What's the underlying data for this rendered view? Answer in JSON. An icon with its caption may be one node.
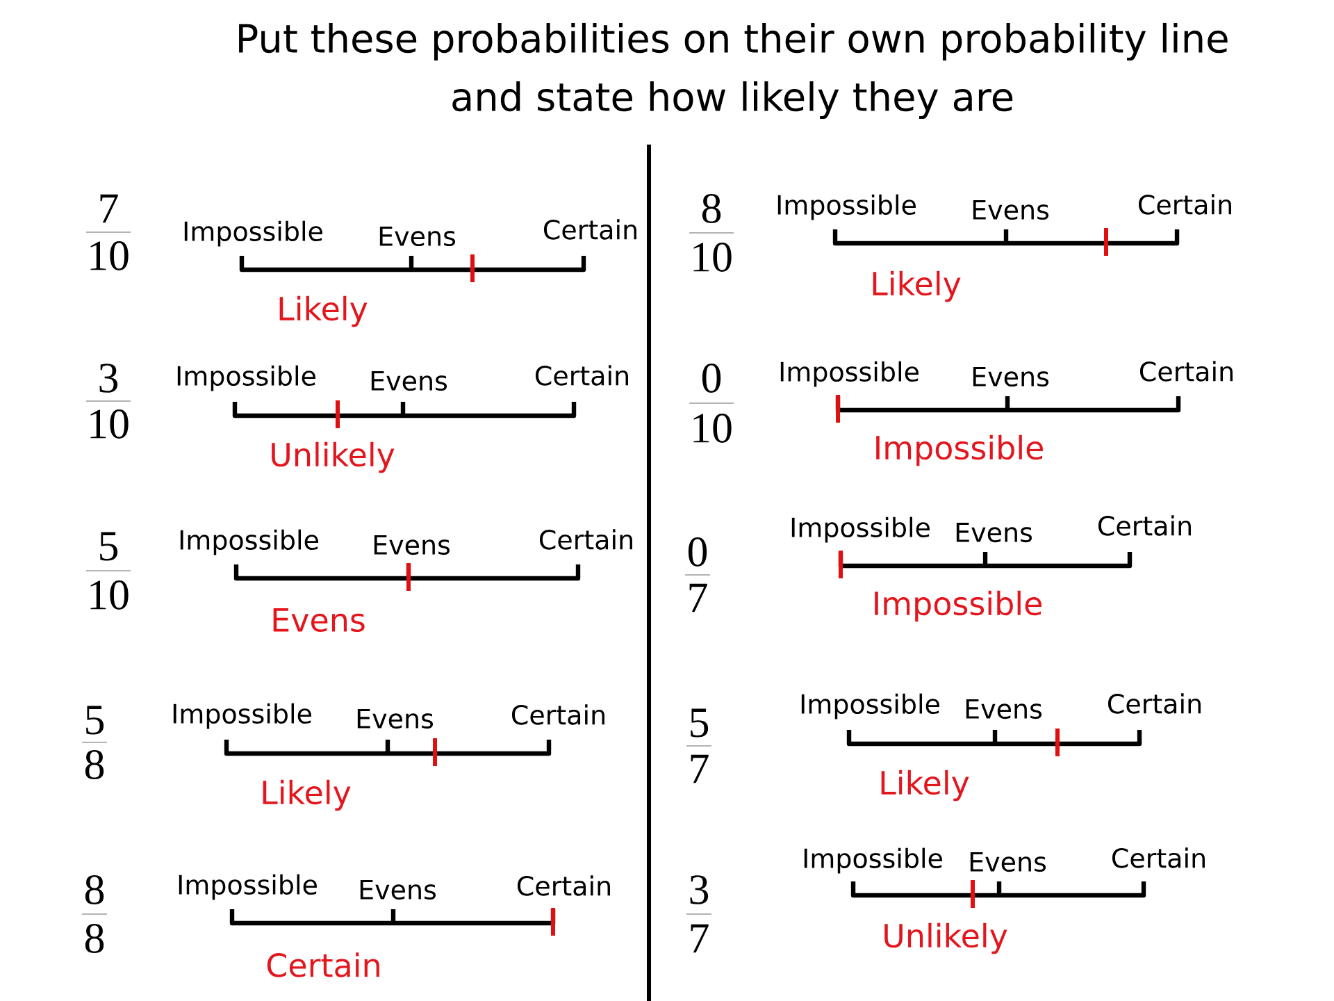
{
  "diagram": {
    "title": "Put these probabilities on their own probability line and state how likely they are",
    "labels": [
      "7",
      "10",
      "Impossible",
      "Evens",
      "Certain",
      "Likely",
      "3",
      "10",
      "Impossible",
      "Evens",
      "Certain",
      "Unlikely",
      "5",
      "10",
      "Impossible",
      "Evens",
      "Certain",
      "Evens",
      "5",
      "8",
      "Impossible",
      "Evens",
      "Certain",
      "Likely",
      "8",
      "8",
      "Impossible",
      "Evens",
      "Certain",
      "Certain",
      "8",
      "10",
      "Impossible",
      "Evens",
      "Certain",
      "Likely",
      "0",
      "10",
      "Impossible",
      "Evens",
      "Certain",
      "Impossible",
      "0",
      "7",
      "Impossible",
      "Evens",
      "Certain",
      "Impossible",
      "5",
      "7",
      "Impossible",
      "Evens",
      "Certain",
      "Likely",
      "3",
      "7",
      "Impossible",
      "Evens",
      "Certain",
      "Unlikely"
    ]
  }
}
